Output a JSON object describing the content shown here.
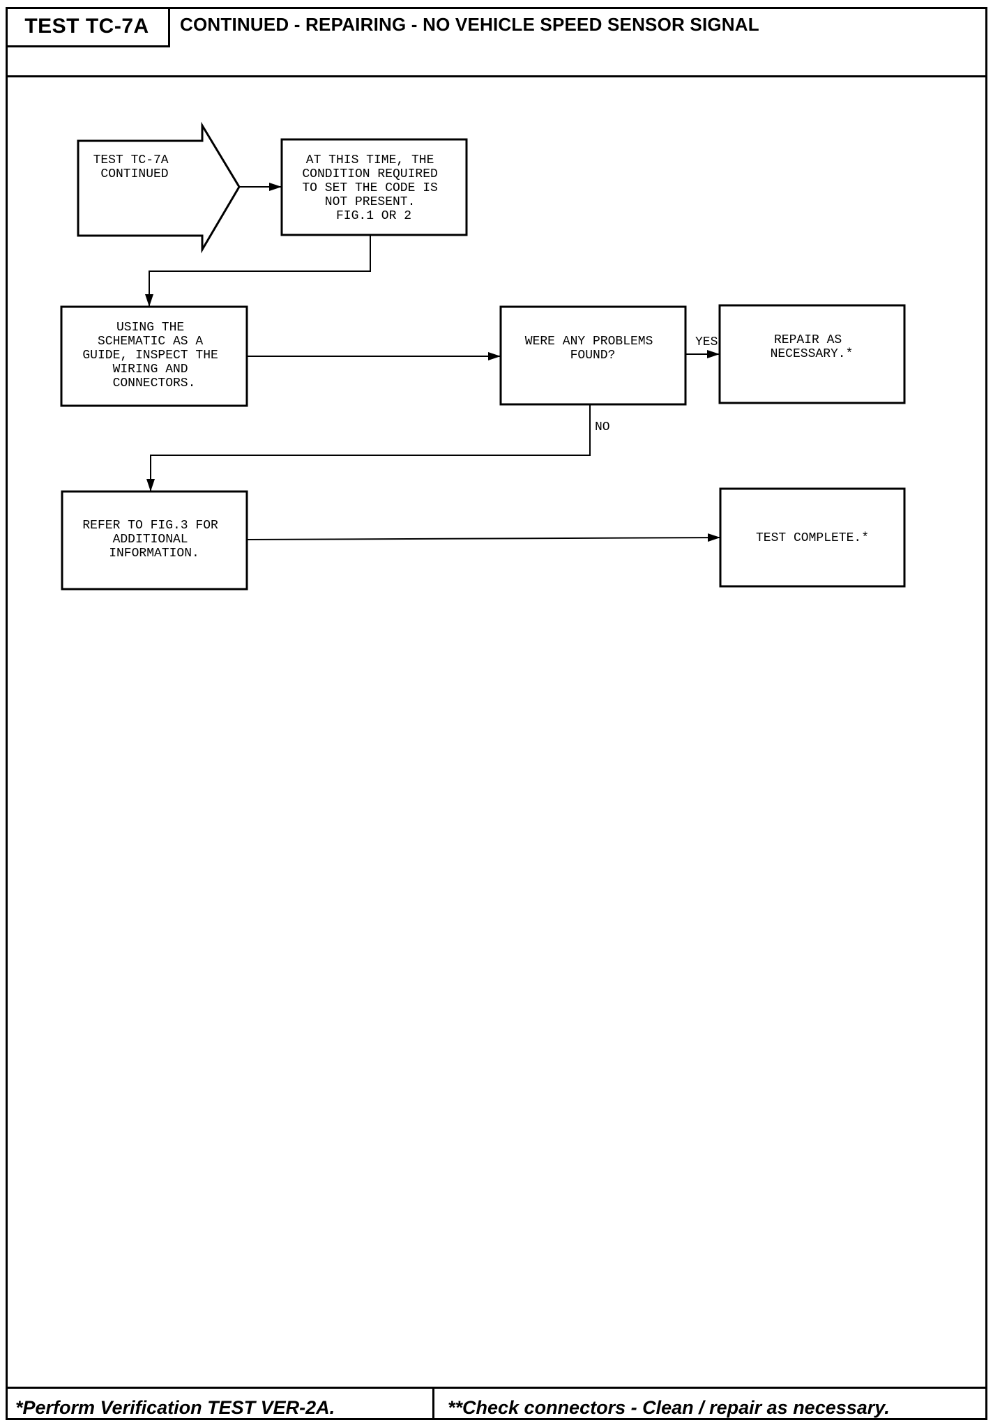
{
  "header": {
    "test_id": "TEST TC-7A",
    "title": "CONTINUED - REPAIRING - NO VEHICLE SPEED SENSOR SIGNAL"
  },
  "flowchart": {
    "start_arrow": [
      "TEST TC-7A",
      "CONTINUED"
    ],
    "box_condition": [
      "AT THIS TIME, THE",
      "CONDITION REQUIRED",
      "TO SET THE CODE IS",
      "NOT PRESENT.",
      "FIG.1 OR 2"
    ],
    "box_inspect": [
      "USING THE",
      "SCHEMATIC AS A",
      "GUIDE, INSPECT THE",
      "WIRING AND",
      "CONNECTORS."
    ],
    "box_question": [
      "WERE ANY PROBLEMS",
      "FOUND?"
    ],
    "box_repair": [
      "REPAIR AS",
      "NECESSARY.*"
    ],
    "box_refer": [
      "REFER TO FIG.3 FOR",
      "ADDITIONAL",
      "INFORMATION."
    ],
    "box_complete": [
      "TEST COMPLETE.*"
    ],
    "label_yes": "YES",
    "label_no": "NO"
  },
  "footer": {
    "left_note": "*Perform Verification TEST VER-2A.",
    "right_note": "**Check connectors - Clean / repair as necessary."
  },
  "colors": {
    "ink": "#000000",
    "paper": "#ffffff"
  }
}
